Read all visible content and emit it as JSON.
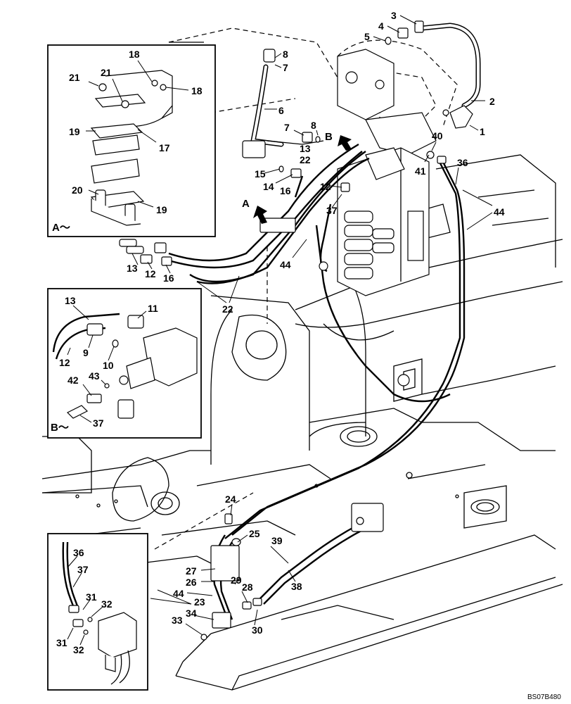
{
  "diagram": {
    "callouts": {
      "c1": "1",
      "c2": "2",
      "c3": "3",
      "c4": "4",
      "c5": "5",
      "c6": "6",
      "c7a": "7",
      "c7b": "7",
      "c8a": "8",
      "c8b": "8",
      "c12": "12",
      "c12b": "12",
      "c13": "13",
      "c13b": "13",
      "c14": "14",
      "c15": "15",
      "c16": "16",
      "c16b": "16",
      "c22a": "22",
      "c22b": "22",
      "c36": "36",
      "c37": "37",
      "c40": "40",
      "c41": "41",
      "c44a": "44",
      "c44b": "44",
      "c24": "24",
      "c25": "25",
      "c26": "26",
      "c27": "27",
      "c28": "28",
      "c29": "29",
      "c30": "30",
      "c33": "33",
      "c34": "34",
      "c38": "38",
      "c39": "39",
      "c44c": "44",
      "c23": "23"
    },
    "arrows": {
      "a": "A",
      "b": "B"
    },
    "inset_a": {
      "caption": "A～",
      "callouts": {
        "c17": "17",
        "c18a": "18",
        "c18b": "18",
        "c19a": "19",
        "c19b": "19",
        "c20": "20",
        "c21a": "21",
        "c21b": "21"
      }
    },
    "inset_b": {
      "caption": "B～",
      "callouts": {
        "c9": "9",
        "c10": "10",
        "c11": "11",
        "c12": "12",
        "c13": "13",
        "c37": "37",
        "c42": "42",
        "c43": "43"
      }
    },
    "inset_c": {
      "callouts": {
        "c31a": "31",
        "c31b": "31",
        "c32a": "32",
        "c32b": "32",
        "c36": "36",
        "c37": "37"
      }
    },
    "drawing_code": "BS07B480"
  }
}
